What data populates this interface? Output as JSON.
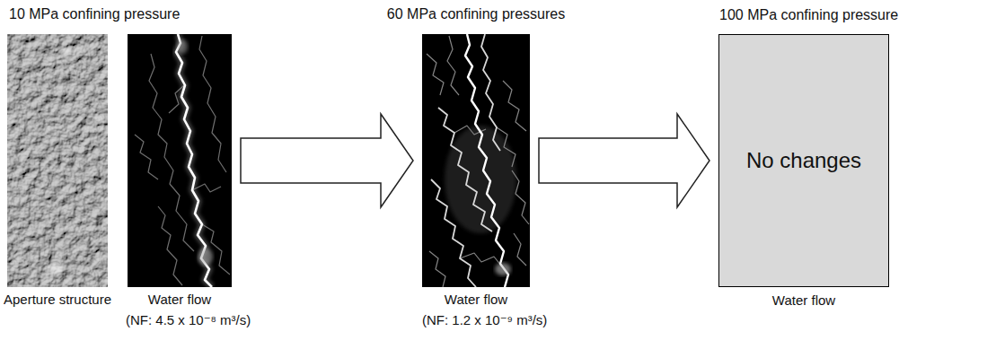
{
  "diagram": {
    "nodes": [
      {
        "text": [
          "Aperture structure"
        ]
      },
      {
        "text": [
          "Water flow",
          "(NF: 4.5 x 10⁻⁸ m³/s)"
        ]
      },
      {
        "text": [
          "60 MPa confining pressures",
          "Water flow",
          "(NF: 1.2 x 10⁻⁹ m³/s)"
        ]
      },
      {
        "text": [
          "100 MPa confining pressure",
          "No changes",
          "Water flow"
        ]
      }
    ],
    "edges": [
      {
        "from": 1,
        "to": 2,
        "arrow": "to"
      },
      {
        "from": 2,
        "to": 3,
        "arrow": "to"
      }
    ],
    "labels": [
      "10 MPa confining pressure"
    ]
  }
}
